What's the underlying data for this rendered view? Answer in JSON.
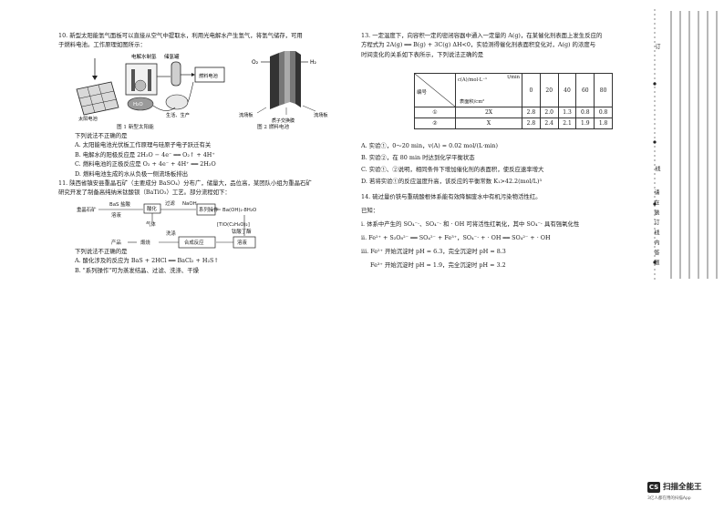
{
  "q10": {
    "line1": "10. 新型太阳能氢气面板可以直接从空气中提取水，利用光电解水产生氢气，将氢气储存，可用",
    "line2": "于燃料电池。工作原理如图所示：",
    "fig1_caption": "图 1  新型太阳能",
    "fig2_caption": "图 2  燃料电池",
    "fig1_labels": [
      "电解水制氢",
      "储氢罐",
      "燃料电池",
      "太阳电池",
      "H₂O",
      "生活、生产"
    ],
    "fig2_labels": [
      "O₂",
      "H₂",
      "流场板",
      "流场板",
      "质子交换膜"
    ],
    "prompt": "下列说法不正确的是",
    "A": "A. 太阳能电池光伏板工作原理与硅原子电子跃迁有关",
    "B": "B. 电解水的阳极反应是 2H₂O − 4e⁻ ══ O₂↑ + 4H⁺",
    "C": "C. 燃料电池的正极反应是 O₂ + 4e⁻ + 4H⁺ ══ 2H₂O",
    "D": "D. 燃料电池生成的水从负极一侧流场板排出"
  },
  "q11": {
    "line1": "11. 陕西省镇安县重晶石矿（主要成分 BaSO₄）分布广，储量大，品位高，某团队小组为重晶石矿",
    "line2": "研究开发了制备高纯纳米钛酸钡（BaTiO₃）工艺。部分流程如下：",
    "flow": [
      "重晶石矿",
      "BaS 盐酸",
      "溶液",
      "酸化",
      "过滤",
      "NaOH",
      "系列操作",
      "Ba(OH)₂·8H₂O",
      "气体",
      "洗涤",
      "产品",
      "煅烧",
      "钛酸丁酯",
      "合成反应",
      "溶液",
      "[TiO(C₂H₄O)₂]"
    ],
    "prompt": "下列说法不正确的是",
    "A": "A. 酸化涉及的反应为 BaS + 2HCl ══ BaCl₂ + H₂S↑",
    "B": "B. \"系列操作\"可为蒸发结晶、过滤、洗涤、干燥"
  },
  "q13": {
    "line1": "13. 一定温度下，向容积一定的密闭容器中通入一定量的 A(g)，在某催化剂表面上发生反应的",
    "line2": "方程式为 2A(g) ══ B(g) + 3C(g)  ΔH<0，实验测得催化剂表面积变化对，A(g) 的浓度与",
    "line3": "时间变化的关系如下表所示，下列说法正确的是",
    "table": {
      "header_corner": [
        "编号",
        "c(A)/mol·L⁻¹",
        "t/min",
        "表面积/cm²"
      ],
      "times": [
        "0",
        "20",
        "40",
        "60",
        "80"
      ],
      "rows": [
        {
          "id": "①",
          "area": "2X",
          "values": [
            "2.8",
            "2.0",
            "1.3",
            "0.8",
            "0.8"
          ]
        },
        {
          "id": "②",
          "area": "X",
          "values": [
            "2.8",
            "2.4",
            "2.1",
            "1.9",
            "1.8"
          ]
        }
      ]
    },
    "A": "A. 实验①，0～20 min，v(A) = 0.02 mol/(L·min)",
    "B": "B. 实验②，在 80 min 时达到化学平衡状态",
    "C": "C. 实验①、②说明，相同条件下增加催化剂的表面积，使反应速率增大",
    "D": "D. 若将实验①的反应温度升高，该反应的平衡常数 K₁>42.2(mol/L)³"
  },
  "q14": {
    "line1": "14. 硫过量价铁与重硫酸根体系能有效降解废水中有机污染物活性红。",
    "known": "已知：",
    "i": "i. 体系中产生的 SO₄⁻·、SO₄⁻· 和 · OH 可将活性红氧化，其中 SO₄⁻· 具有强氧化性",
    "ii": "ii. Fe²⁺ + S₂O₈²⁻ ══ SO₄²⁻ + Fe³⁺，SO₄⁻· + · OH ══ SO₄²⁻ + · OH",
    "iii": "iii. Fe²⁺ 开始沉淀时 pH = 6.3，完全沉淀时 pH = 8.3",
    "iv": "Fe³⁺ 开始沉淀时 pH = 1.9，完全沉淀时 pH = 3.2"
  },
  "margin": {
    "labels": [
      "订",
      "线",
      "请",
      "在",
      "装",
      "订",
      "线",
      "内",
      "答",
      "题"
    ]
  },
  "scanner": {
    "badge": "CS",
    "name": "扫描全能王",
    "tagline": "3亿人都在用的扫描App"
  }
}
